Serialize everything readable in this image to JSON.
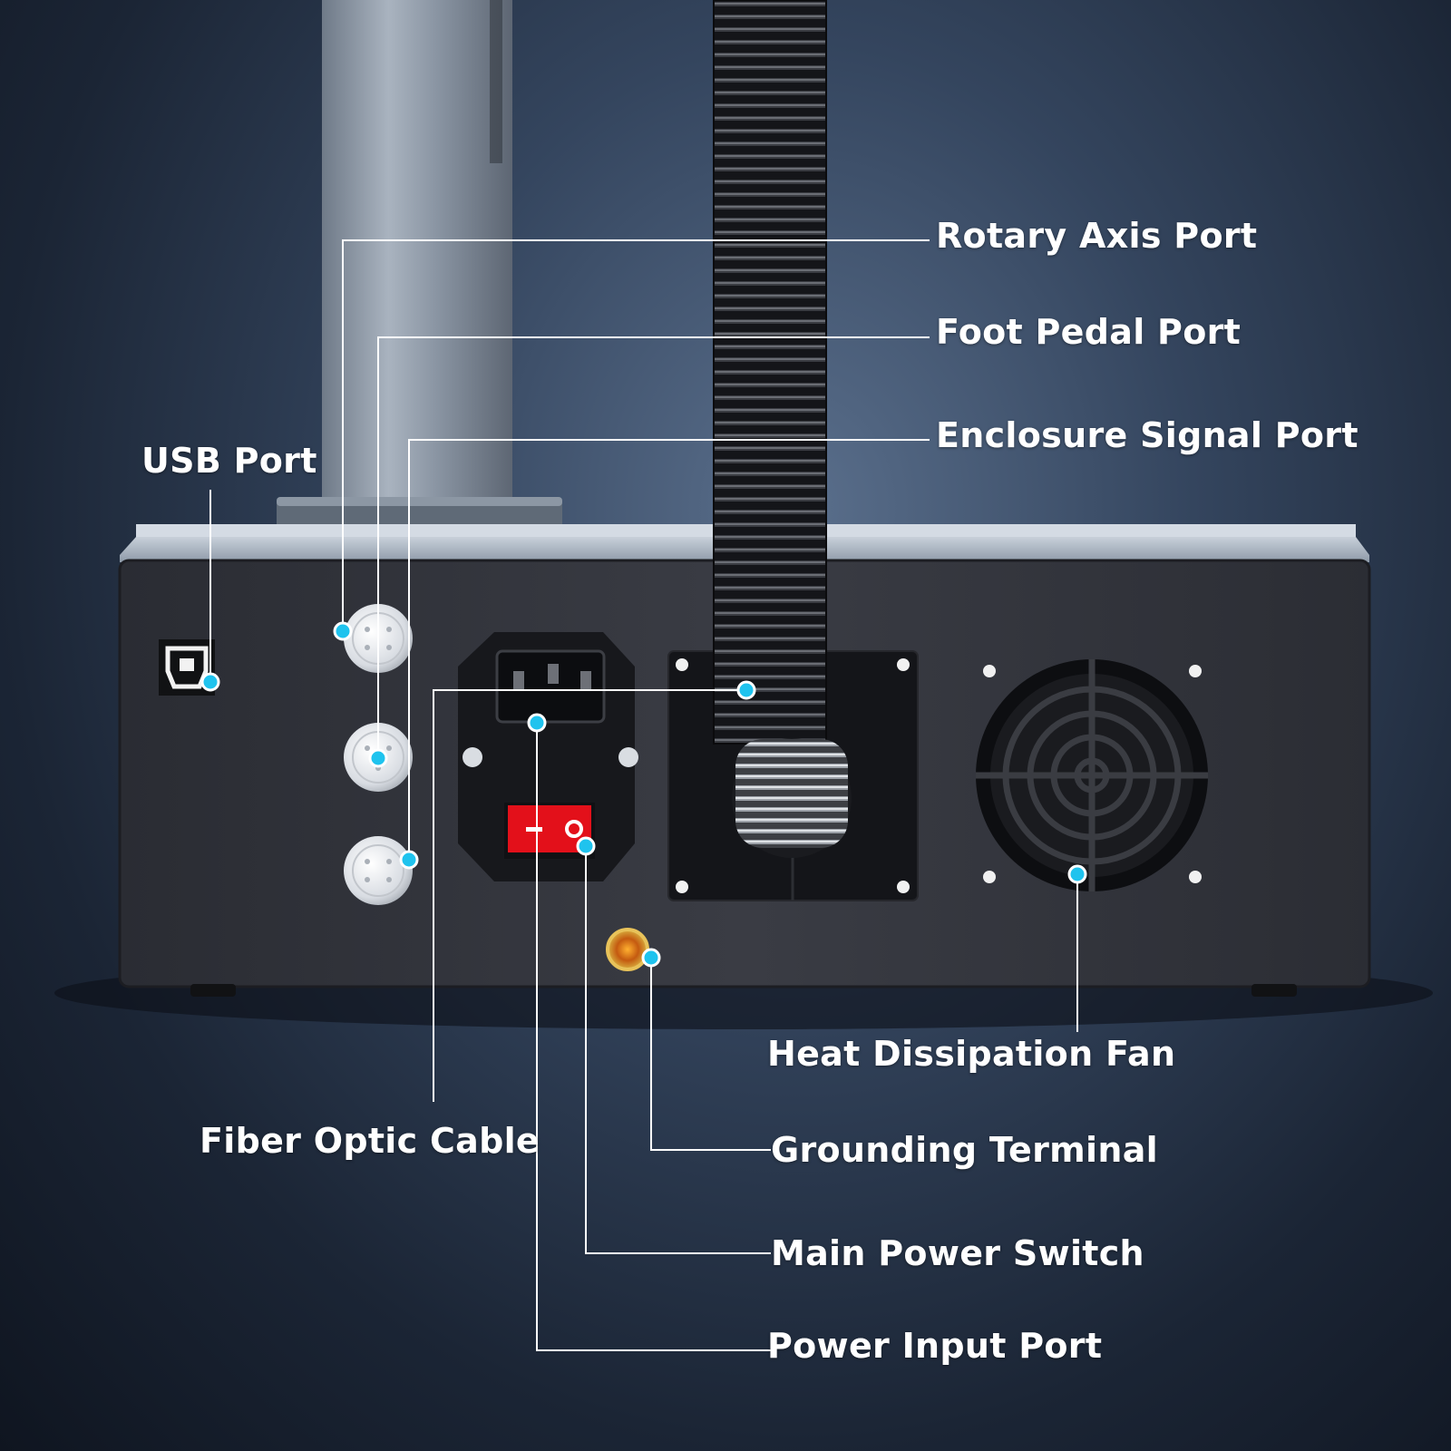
{
  "labels": {
    "rotary_axis_port": "Rotary Axis Port",
    "foot_pedal_port": "Foot Pedal Port",
    "enclosure_signal_port": "Enclosure Signal Port",
    "usb_port": "USB Port",
    "fiber_optic_cable": "Fiber Optic Cable",
    "heat_dissipation_fan": "Heat Dissipation Fan",
    "grounding_terminal": "Grounding Terminal",
    "main_power_switch": "Main Power Switch",
    "power_input_port": "Power Input Port"
  },
  "colors": {
    "callout_dot": "#1fc3ee",
    "callout_line": "#ffffff",
    "switch": "#e3101a",
    "body": "#33353d"
  }
}
